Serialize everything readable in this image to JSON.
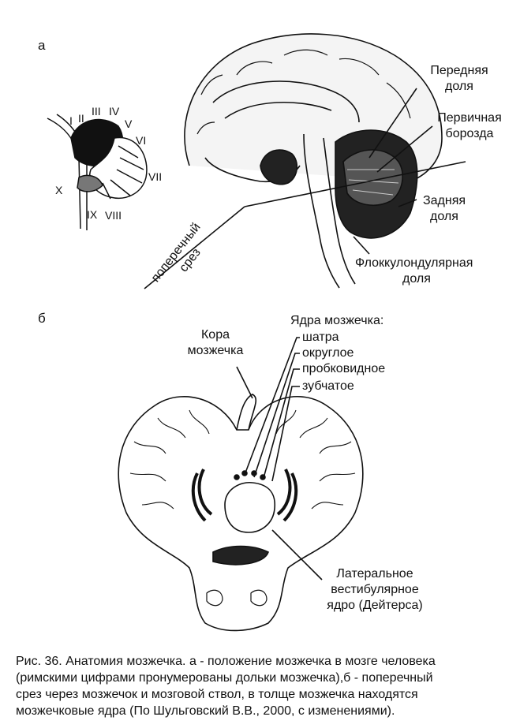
{
  "panel_a": {
    "letter": "а",
    "lobules": [
      "I",
      "II",
      "III",
      "IV",
      "V",
      "VI",
      "VII",
      "VIII",
      "IX",
      "X"
    ],
    "anterior_lobe": [
      "Передняя",
      "доля"
    ],
    "primary_fissure": [
      "Первичная",
      "борозда"
    ],
    "posterior_lobe": [
      "Задняя",
      "доля"
    ],
    "flocculonodular_lobe": [
      "Флоккулондулярная",
      "доля"
    ],
    "transverse_cut": [
      "поперечный",
      "срез"
    ]
  },
  "panel_b": {
    "letter": "б",
    "cortex": [
      "Кора",
      "мозжечка"
    ],
    "nuclei_title": "Ядра мозжечка:",
    "nuclei": [
      "шатра",
      "округлое",
      "пробковидное",
      "зубчатое"
    ],
    "lateral_vestibular": [
      "Латеральное",
      "вестибулярное",
      "ядро (Дейтерса)"
    ]
  },
  "caption": [
    "Рис. 36. Анатомия мозжечка. а - положение мозжечка в мозге человека",
    "(римскими цифрами пронумерованы дольки мозжечка),б - поперечный",
    "срез через мозжечок и мозговой ствол, в толще мозжечка находятся",
    "мозжечковые ядра (По Шульговский В.В., 2000, с изменениями)."
  ]
}
